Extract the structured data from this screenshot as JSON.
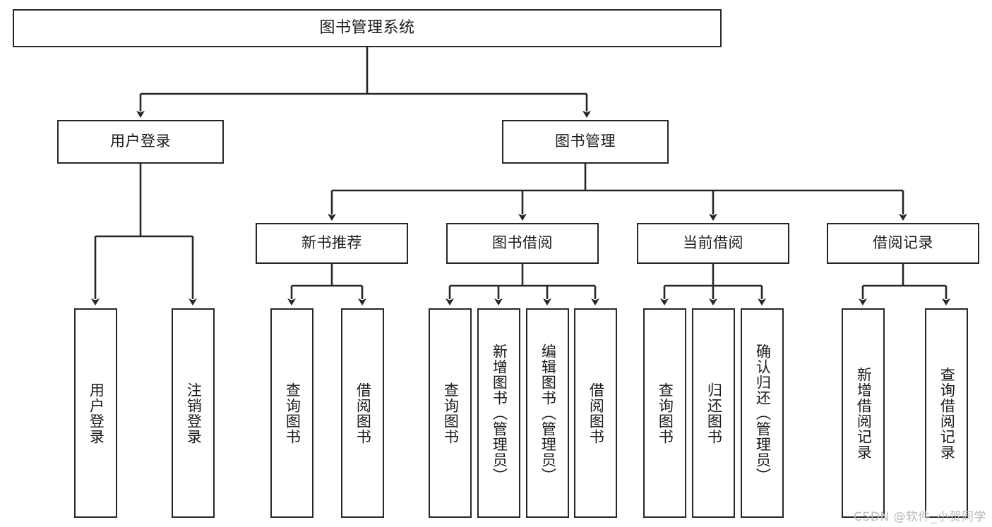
{
  "diagram": {
    "title": "图书管理系统",
    "type": "tree",
    "root": {
      "label": "图书管理系统"
    },
    "level2": [
      {
        "label": "用户登录"
      },
      {
        "label": "图书管理"
      }
    ],
    "level3": [
      {
        "label": "新书推荐"
      },
      {
        "label": "图书借阅"
      },
      {
        "label": "当前借阅"
      },
      {
        "label": "借阅记录"
      }
    ],
    "leaves": {
      "user_login": [
        {
          "label": "用户登录"
        },
        {
          "label": "注销登录"
        }
      ],
      "new_book_recommend": [
        {
          "label": "查询图书"
        },
        {
          "label": "借阅图书"
        }
      ],
      "book_borrow": [
        {
          "label": "查询图书"
        },
        {
          "label": "新增图书（管理员）"
        },
        {
          "label": "编辑图书（管理员）"
        },
        {
          "label": "借阅图书"
        }
      ],
      "current_borrow": [
        {
          "label": "查询图书"
        },
        {
          "label": "归还图书"
        },
        {
          "label": "确认归还（管理员）"
        }
      ],
      "borrow_record": [
        {
          "label": "新增借阅记录"
        },
        {
          "label": "查询借阅记录"
        }
      ]
    }
  },
  "watermark": {
    "text": "CSDN @软件_小贺同学"
  },
  "colors": {
    "stroke": "#262626",
    "fill": "#ffffff",
    "text": "#1a1a1a",
    "watermark": "#b9b9b9"
  }
}
